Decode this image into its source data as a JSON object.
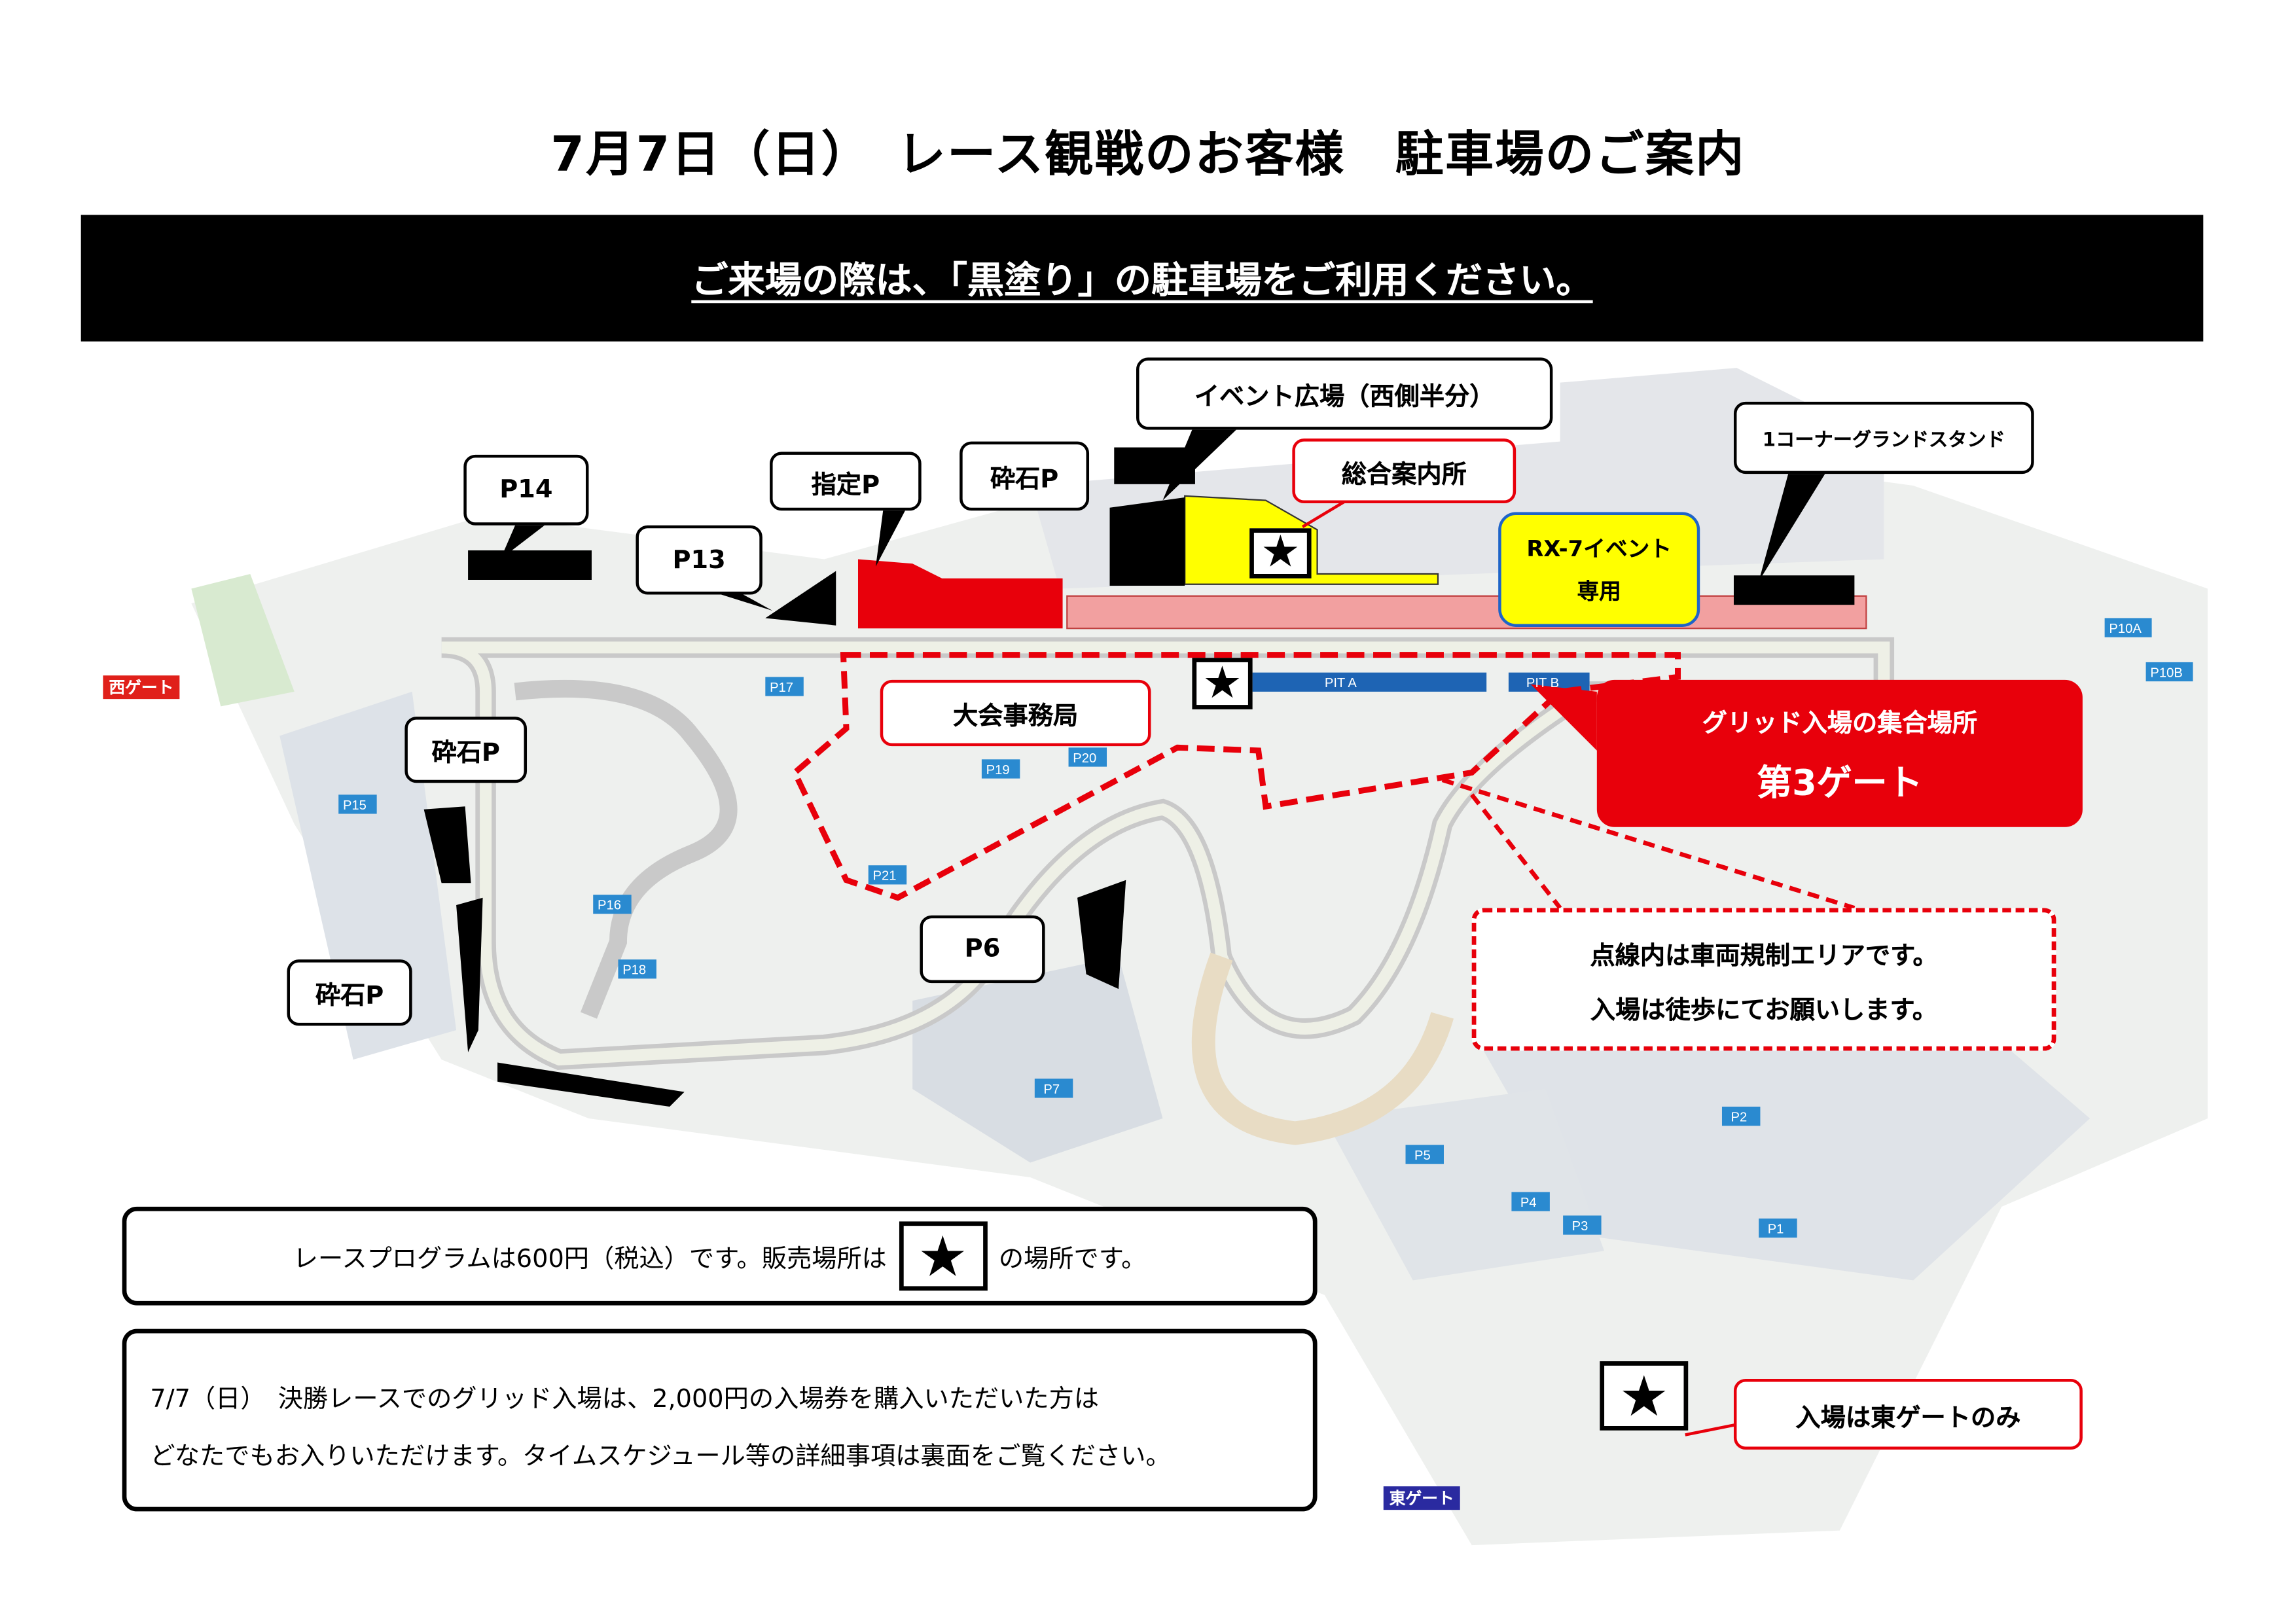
{
  "title": "7月7日（日）　レース観戦のお客様　駐車場のご案内",
  "banner": "ご来場の際は、「黒塗り」の駐車場をご利用ください。",
  "callouts": {
    "event_plaza": "イベント広場（西側半分）",
    "info_center": "総合案内所",
    "corner1_stand": "1コーナーグランドスタンド",
    "rx7_line1": "RX-7イベント",
    "rx7_line2": "専用",
    "p14": "P14",
    "p13": "P13",
    "shitei_p": "指定P",
    "saiseki_top": "砕石P",
    "saiseki_left": "砕石P",
    "saiseki_lower": "砕石P",
    "p6": "P6",
    "race_office": "大会事務局",
    "grid_line1": "グリッド入場の集合場所",
    "grid_line2": "第3ゲート",
    "restricted_line1": "点線内は車両規制エリアです。",
    "restricted_line2": "入場は徒歩にてお願いします。",
    "east_only": "入場は東ゲートのみ"
  },
  "gates": {
    "west": "西ゲート",
    "east": "東ゲート"
  },
  "map_labels": [
    "P15",
    "P16",
    "P17",
    "P18",
    "P19",
    "P20",
    "P21",
    "P1",
    "P2",
    "P3",
    "P4",
    "P5",
    "P7",
    "P10A",
    "P10B",
    "PIT A",
    "PIT B"
  ],
  "program_note": {
    "before": "レースプログラムは600円（税込）です。販売場所は",
    "after": "の場所です。"
  },
  "grid_note": {
    "line1": "7/7（日）　決勝レースでのグリッド入場は、2,000円の入場券を購入いただいた方は",
    "line2": "どなたでもお入りいただけます。タイムスケジュール等の詳細事項は裏面をご覧ください。"
  },
  "star_icon": "★",
  "colors": {
    "red": "#e8000b",
    "yellow": "#ffff00",
    "blue_border": "#1e64c8",
    "west_gate": "#e0201a",
    "east_gate": "#2a2aa0"
  }
}
